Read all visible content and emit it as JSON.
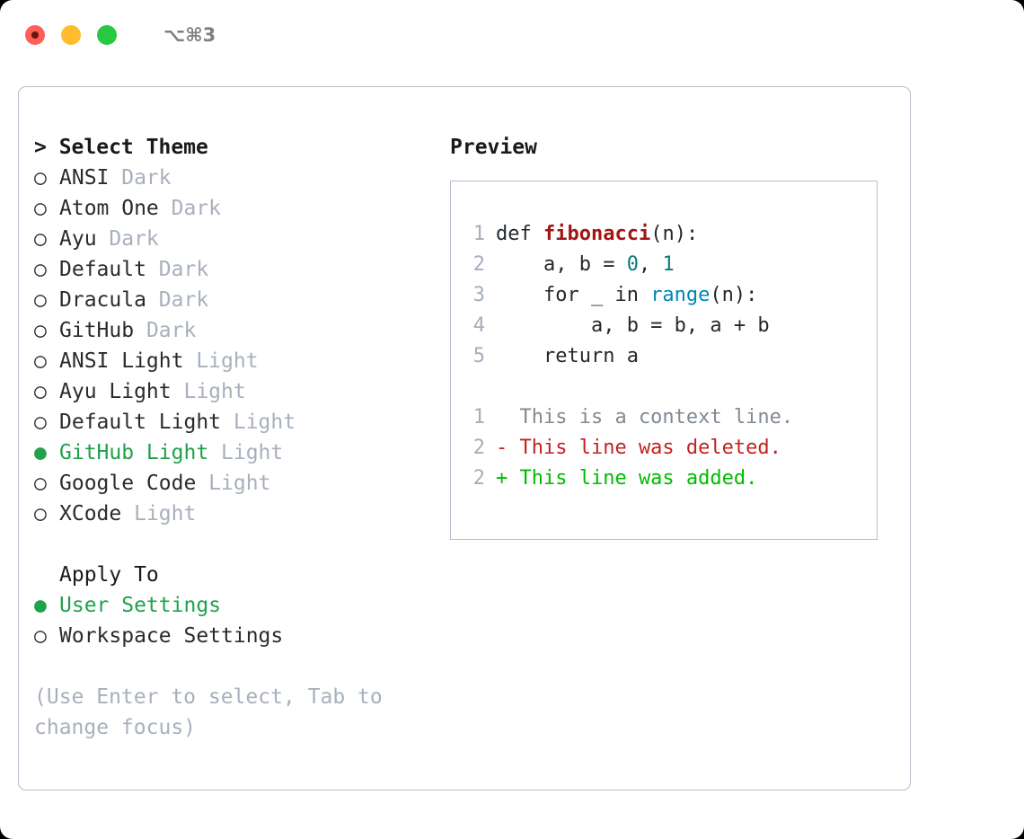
{
  "titlebar": {
    "shortcut": "⌥⌘3",
    "lights": [
      {
        "name": "close",
        "color": "#ff5f57"
      },
      {
        "name": "minimize",
        "color": "#ffbd2e"
      },
      {
        "name": "maximize",
        "color": "#28c840"
      }
    ]
  },
  "theme_section": {
    "header": "> Select Theme",
    "focused": true,
    "items": [
      {
        "label": "ANSI",
        "kind": "Dark",
        "selected": false,
        "bullet": "○"
      },
      {
        "label": "Atom One",
        "kind": "Dark",
        "selected": false,
        "bullet": "○"
      },
      {
        "label": "Ayu",
        "kind": "Dark",
        "selected": false,
        "bullet": "○"
      },
      {
        "label": "Default",
        "kind": "Dark",
        "selected": false,
        "bullet": "○"
      },
      {
        "label": "Dracula",
        "kind": "Dark",
        "selected": false,
        "bullet": "○"
      },
      {
        "label": "GitHub",
        "kind": "Dark",
        "selected": false,
        "bullet": "○"
      },
      {
        "label": "ANSI Light",
        "kind": "Light",
        "selected": false,
        "bullet": "○"
      },
      {
        "label": "Ayu Light",
        "kind": "Light",
        "selected": false,
        "bullet": "○"
      },
      {
        "label": "Default Light",
        "kind": "Light",
        "selected": false,
        "bullet": "○"
      },
      {
        "label": "GitHub Light",
        "kind": "Light",
        "selected": true,
        "bullet": "●"
      },
      {
        "label": "Google Code",
        "kind": "Light",
        "selected": false,
        "bullet": "○"
      },
      {
        "label": "XCode",
        "kind": "Light",
        "selected": false,
        "bullet": "○"
      }
    ]
  },
  "apply_section": {
    "header": "Apply To",
    "focused": false,
    "items": [
      {
        "label": "User Settings",
        "selected": true,
        "bullet": "●"
      },
      {
        "label": "Workspace Settings",
        "selected": false,
        "bullet": "○"
      }
    ]
  },
  "hint": "(Use Enter to select, Tab to change focus)",
  "preview": {
    "title": "Preview",
    "code_lines": [
      {
        "number": "1",
        "tokens": [
          {
            "text": "def ",
            "type": "plain"
          },
          {
            "text": "fibonacci",
            "type": "fn"
          },
          {
            "text": "(n):",
            "type": "plain"
          }
        ]
      },
      {
        "number": "2",
        "tokens": [
          {
            "text": "    a, b = ",
            "type": "plain"
          },
          {
            "text": "0",
            "type": "num"
          },
          {
            "text": ", ",
            "type": "plain"
          },
          {
            "text": "1",
            "type": "num"
          }
        ]
      },
      {
        "number": "3",
        "tokens": [
          {
            "text": "    for _ in ",
            "type": "plain"
          },
          {
            "text": "range",
            "type": "call"
          },
          {
            "text": "(n):",
            "type": "plain"
          }
        ]
      },
      {
        "number": "4",
        "tokens": [
          {
            "text": "        a, b = b, a + b",
            "type": "plain"
          }
        ]
      },
      {
        "number": "5",
        "tokens": [
          {
            "text": "    return a",
            "type": "plain"
          }
        ]
      }
    ],
    "diff_lines": [
      {
        "number": "1",
        "marker": "  ",
        "text": "This is a context line.",
        "type": "context"
      },
      {
        "number": "2",
        "marker": "- ",
        "text": "This line was deleted.",
        "type": "deleted"
      },
      {
        "number": "2",
        "marker": "+ ",
        "text": "This line was added.",
        "type": "added"
      }
    ]
  },
  "colors": {
    "accent_green": "#1fa24a",
    "diff_add_green": "#00bb00",
    "diff_del_red": "#c42121",
    "muted": "#a8b0bd",
    "border": "#b6bdca",
    "fn_red": "#a31515",
    "num_teal": "#0b7a78",
    "call_blue": "#0086b3"
  }
}
